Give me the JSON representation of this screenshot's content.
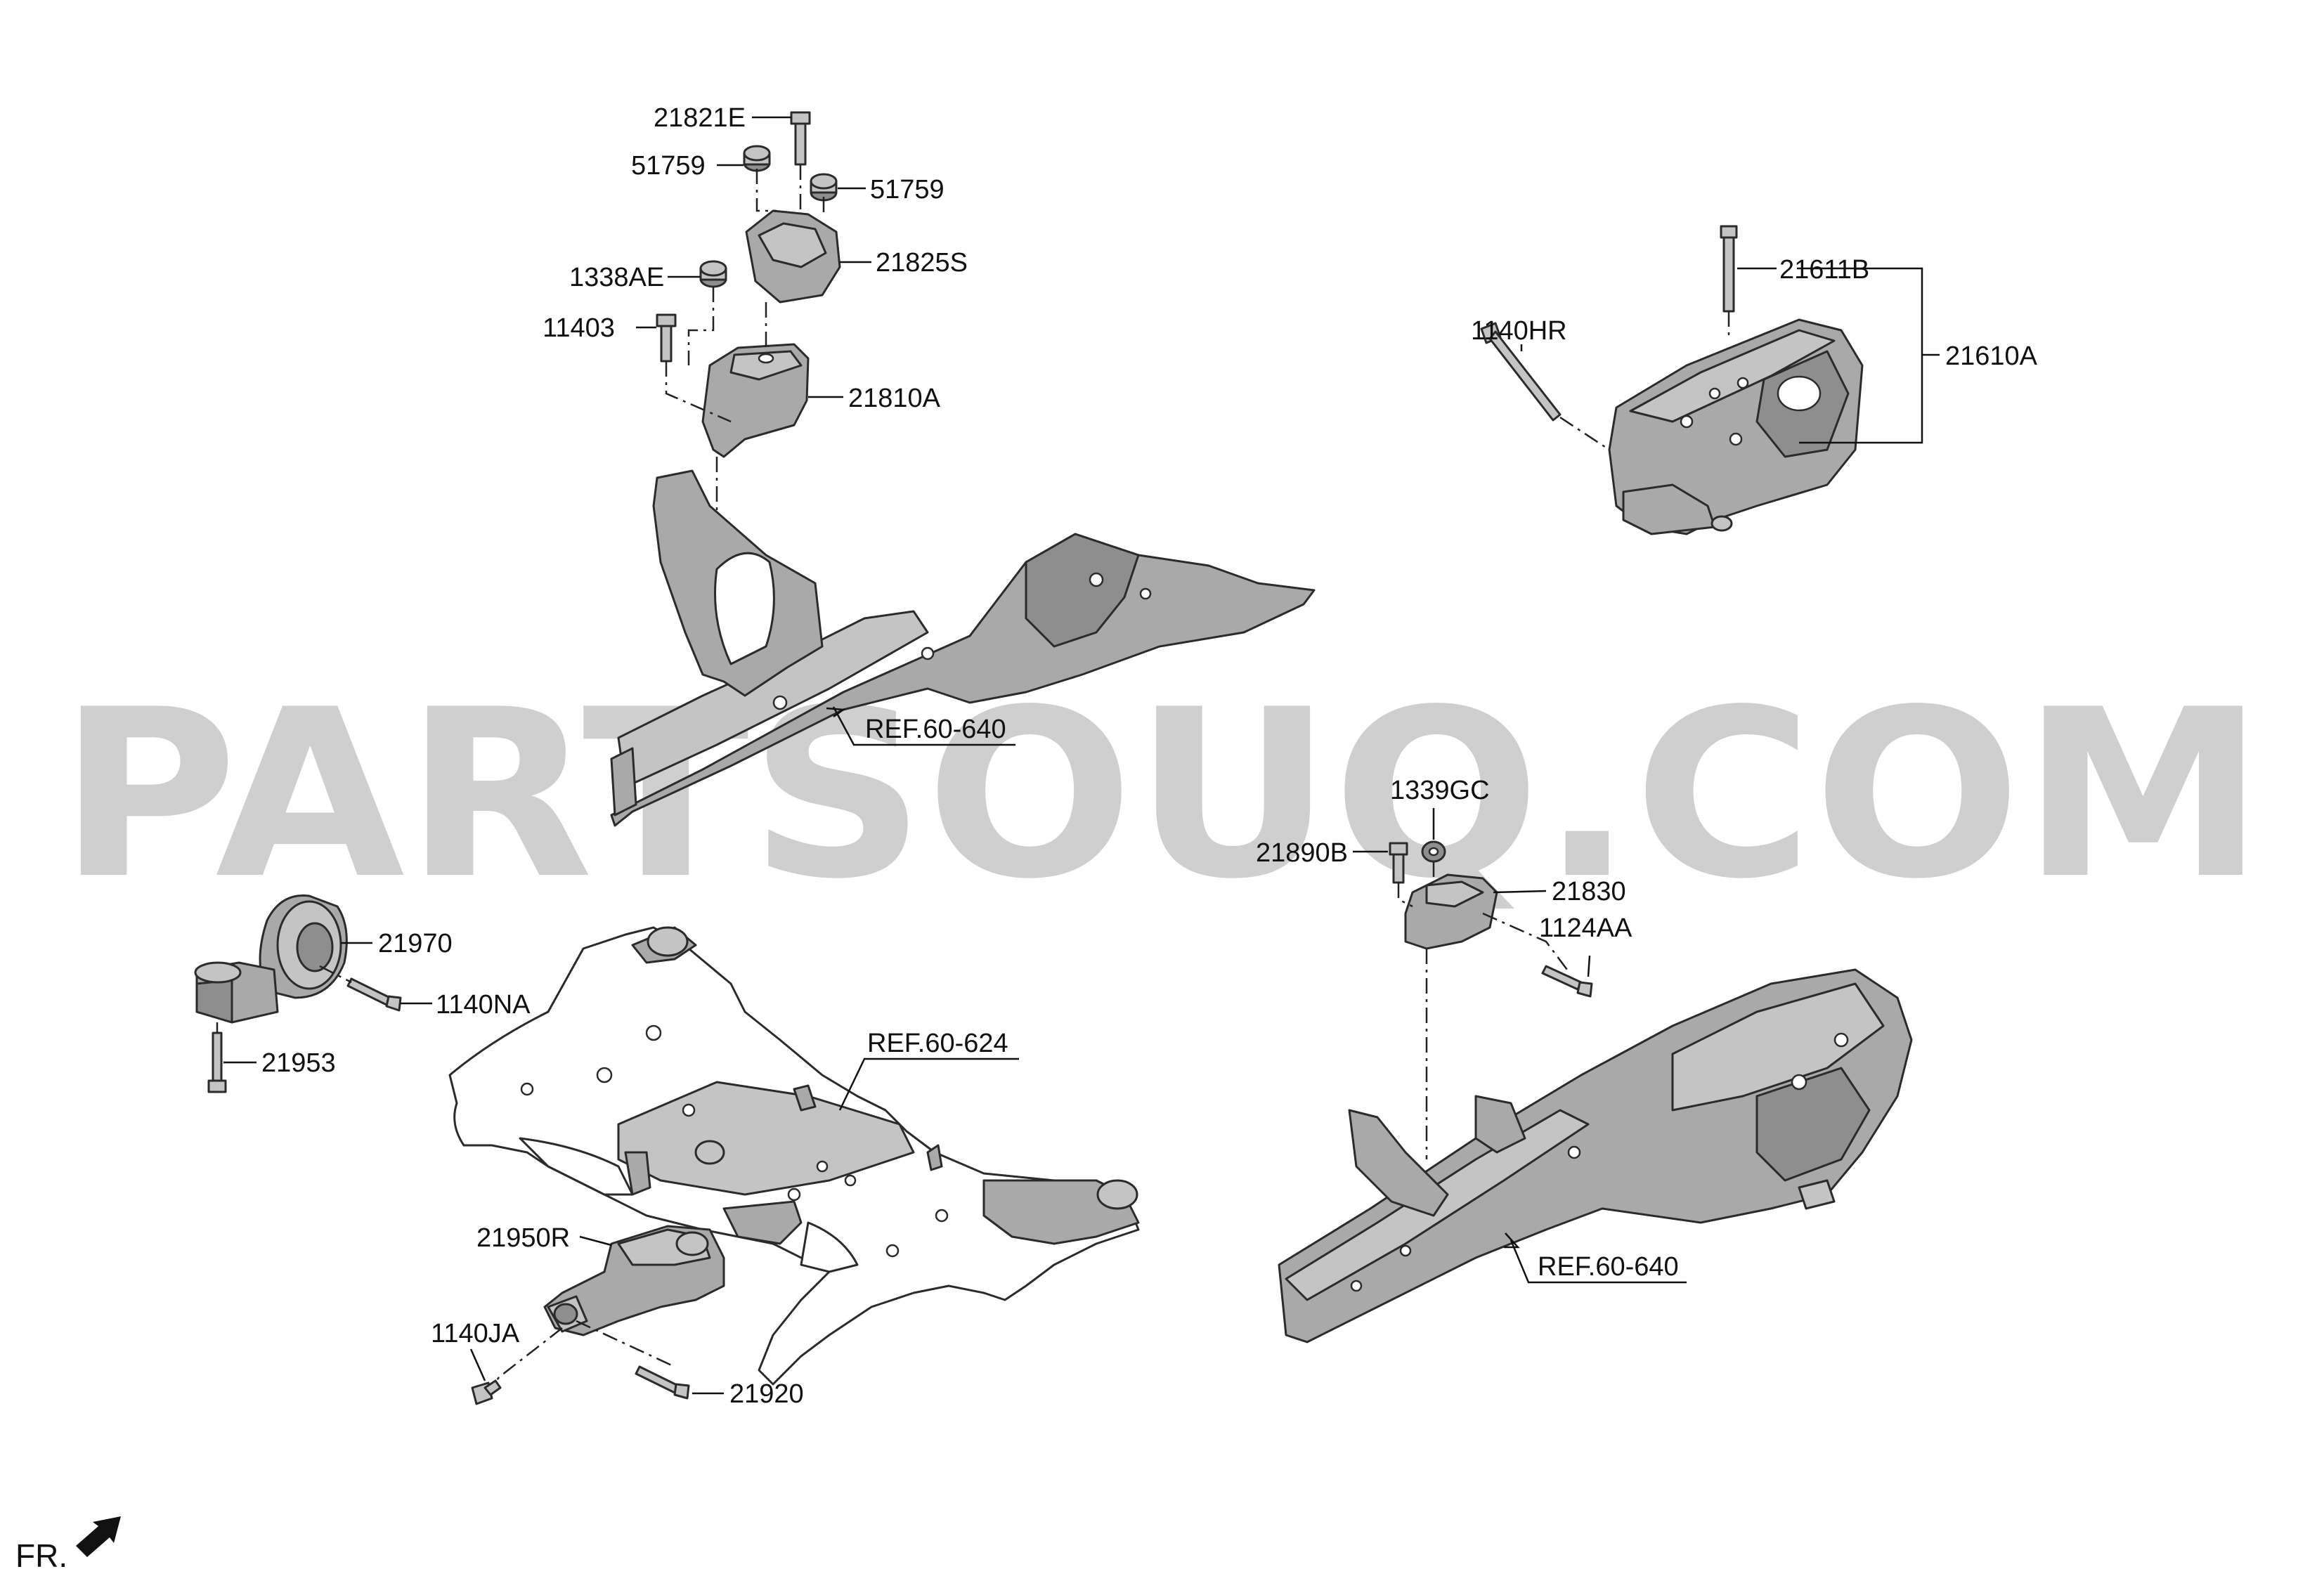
{
  "watermark": "PARTSOUQ.COM",
  "orientation_label": "FR.",
  "callouts": {
    "p21821E": "21821E",
    "p51759a": "51759",
    "p51759b": "51759",
    "p1338AE": "1338AE",
    "p21825S": "21825S",
    "p11403": "11403",
    "p21810A": "21810A",
    "ref640top": "REF.60-640",
    "p21611B": "21611B",
    "p1140HR": "1140HR",
    "p21610A": "21610A",
    "p1339GC": "1339GC",
    "p21890B": "21890B",
    "p21830": "21830",
    "p1124AA": "1124AA",
    "p21970": "21970",
    "p1140NA": "1140NA",
    "p21953": "21953",
    "ref624": "REF.60-624",
    "p21950R": "21950R",
    "p1140JA": "1140JA",
    "p21920": "21920",
    "ref640bot": "REF.60-640"
  },
  "icons": {
    "front_arrow": "arrow-icon"
  }
}
